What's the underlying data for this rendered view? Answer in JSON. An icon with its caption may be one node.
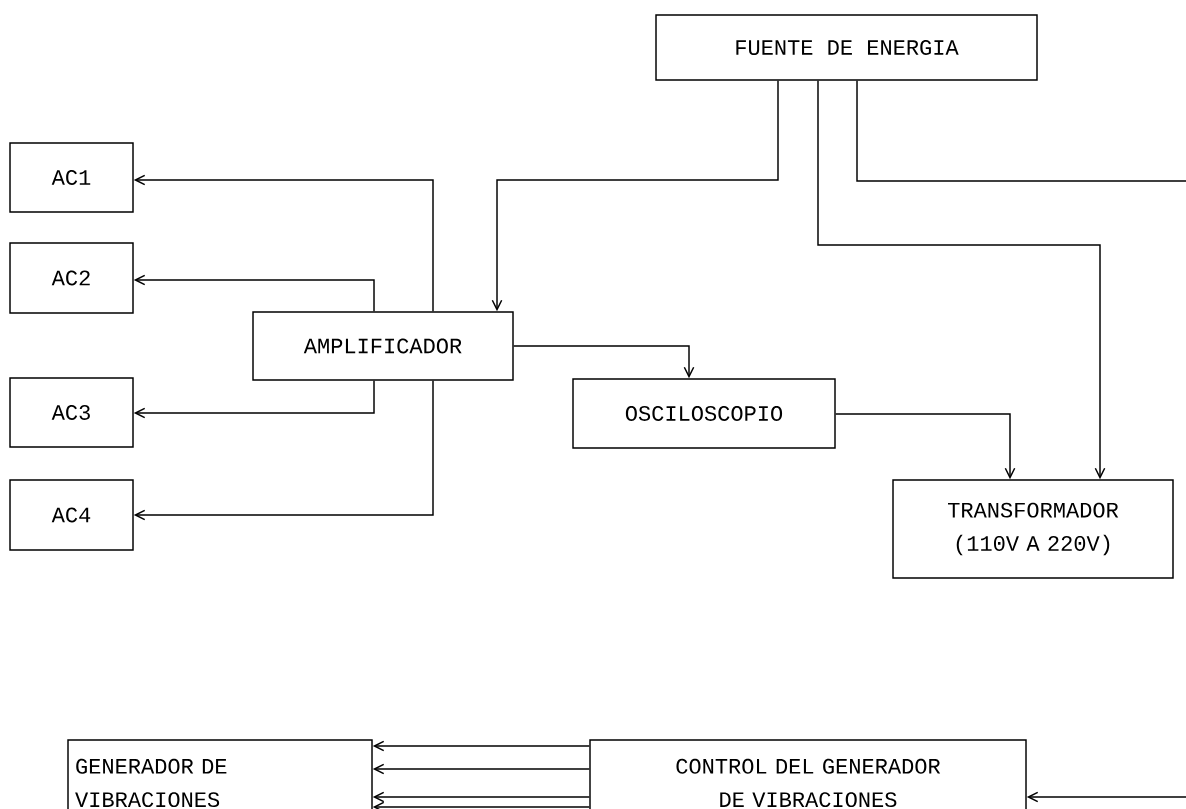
{
  "diagram": {
    "nodes": [
      {
        "text": [
          "FUENTE DE ENERGIA"
        ]
      },
      {
        "text": [
          "AC1"
        ]
      },
      {
        "text": [
          "AC2"
        ]
      },
      {
        "text": [
          "AMPLIFICADOR"
        ]
      },
      {
        "text": [
          "AC3"
        ]
      },
      {
        "text": [
          "OSCILOSCOPIO"
        ]
      },
      {
        "text": [
          "AC4"
        ]
      },
      {
        "text": [
          "TRANSFORMADOR (110V A 220V)"
        ]
      },
      {
        "text": [
          "GENERADOR DE VIBRACIONES"
        ]
      },
      {
        "text": [
          "CONTROL DEL GENERADOR DE VIBRACIONES"
        ]
      }
    ],
    "edges": [
      {
        "from": 0,
        "to": 3,
        "arrow": "to"
      },
      {
        "from": 0,
        "to": 7,
        "arrow": "to"
      },
      {
        "from": 0,
        "to": null,
        "arrow": "none"
      },
      {
        "from": null,
        "to": 9,
        "arrow": "to"
      },
      {
        "from": 3,
        "to": 1,
        "arrow": "to"
      },
      {
        "from": 3,
        "to": 2,
        "arrow": "to"
      },
      {
        "from": 3,
        "to": 4,
        "arrow": "to"
      },
      {
        "from": 3,
        "to": 6,
        "arrow": "to"
      },
      {
        "from": 3,
        "to": 5,
        "arrow": "to"
      },
      {
        "from": 5,
        "to": 7,
        "arrow": "to"
      },
      {
        "from": 9,
        "to": 8,
        "arrow": "to"
      },
      {
        "from": 9,
        "to": 8,
        "arrow": "to"
      },
      {
        "from": 9,
        "to": 8,
        "arrow": "to"
      },
      {
        "from": 9,
        "to": 8,
        "arrow": "to"
      }
    ]
  }
}
